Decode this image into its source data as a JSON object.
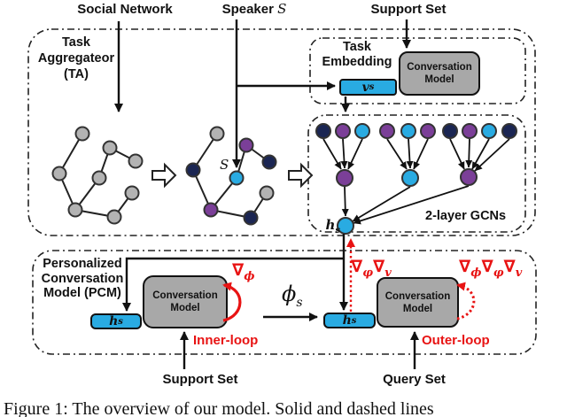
{
  "labels": {
    "social_network": "Social Network",
    "speaker_prefix": "Speaker ",
    "speaker_var": "S",
    "support_set_top": "Support Set",
    "task_aggregator_1": "Task",
    "task_aggregator_2": "Aggregateor",
    "task_aggregator_3": "(TA)",
    "s_node": "S",
    "task_embedding_1": "Task",
    "task_embedding_2": "Embedding",
    "conversation_model_1": "Conversation",
    "conversation_model_2": "Model",
    "gcn": "2-layer GCNs",
    "pcm_1": "Personalized",
    "pcm_2": "Conversation",
    "pcm_3": "Model (PCM)",
    "inner_loop": "Inner-loop",
    "outer_loop": "Outer-loop",
    "support_set_bottom": "Support Set",
    "query_set": "Query Set"
  },
  "math": {
    "nabla": "∇",
    "phi": "ϕ",
    "varphi": "φ",
    "v": "v",
    "h": "h",
    "s": "s"
  },
  "colors": {
    "cyan": "#29abe2",
    "purple": "#7b3f98",
    "navy": "#1b2653",
    "gray_node": "#b3b3b3",
    "box_gray": "#a8a8a8",
    "red": "#e81313",
    "line": "#111111"
  },
  "caption": "Figure 1: The overview of our model. Solid and dashed lines"
}
